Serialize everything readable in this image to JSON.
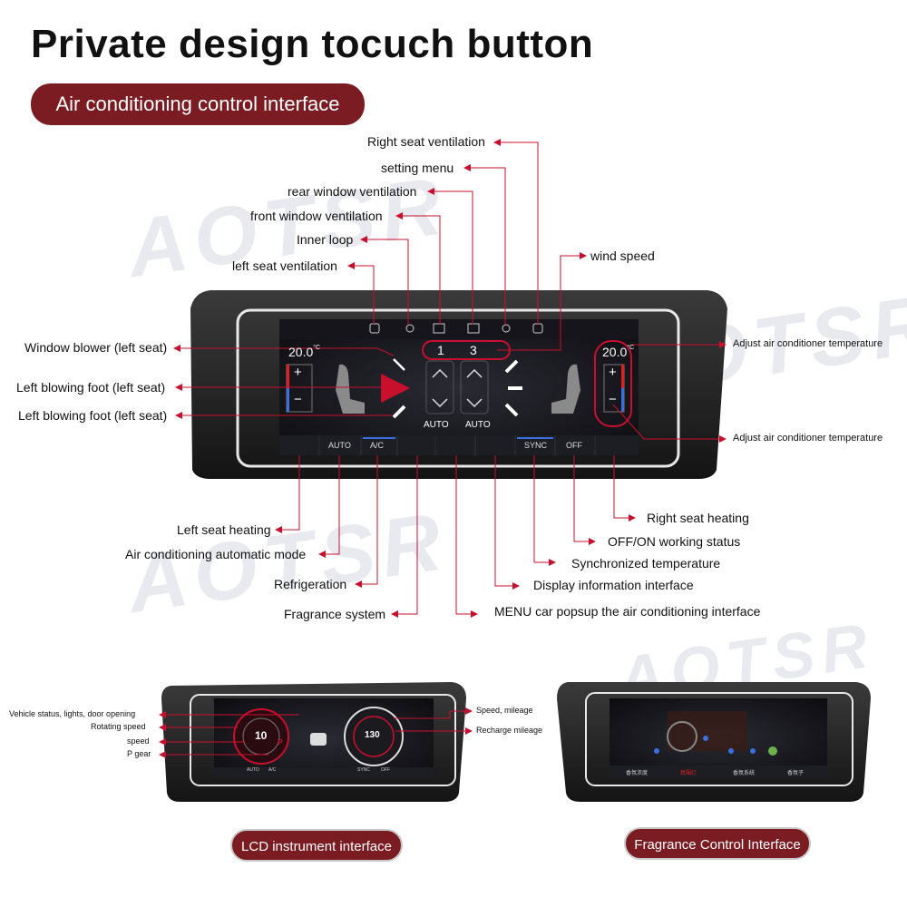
{
  "page": {
    "title": "Private design tocuch button",
    "section_label": "Air conditioning control interface"
  },
  "top_callouts": {
    "right_seat_ventilation": "Right seat ventilation",
    "setting_menu": "setting menu",
    "rear_window_ventilation": "rear window ventilation",
    "front_window_ventilation": "front window ventilation",
    "inner_loop": "Inner loop",
    "left_seat_ventilation": "left seat ventilation",
    "wind_speed": "wind speed"
  },
  "side_callouts": {
    "window_blower": "Window blower (left seat)",
    "left_blowing_foot_1": "Left blowing foot (left seat)",
    "left_blowing_foot_2": "Left blowing foot (left seat)",
    "adjust_temp_1": "Adjust air conditioner temperature",
    "adjust_temp_2": "Adjust air conditioner temperature"
  },
  "bottom_callouts": {
    "left_seat_heating": "Left seat heating",
    "ac_auto_mode": "Air conditioning automatic mode",
    "refrigeration": "Refrigeration",
    "fragrance_system": "Fragrance system",
    "right_seat_heating": "Right seat heating",
    "off_on_status": "OFF/ON working status",
    "sync_temp": "Synchronized temperature",
    "display_info": "Display information interface",
    "menu_popup": "MENU car popsup the air conditioning interface"
  },
  "ac_screen": {
    "left_temp": "20.0",
    "right_temp": "20.0",
    "temp_unit": "°C",
    "left_fan_level": "1",
    "right_fan_level": "3",
    "left_auto": "AUTO",
    "right_auto": "AUTO",
    "plus": "+",
    "minus": "−",
    "bottom_bar": {
      "auto": "AUTO",
      "ac": "A/C",
      "sync": "SYNC",
      "off": "OFF"
    }
  },
  "lcd_panel": {
    "left_callouts": {
      "vehicle_status": "Vehicle status, lights, door opening",
      "rotating_speed": "Rotating speed",
      "speed": "speed",
      "p_gear": "P gear"
    },
    "right_callouts": {
      "speed_mileage": "Speed, mileage",
      "recharge_mileage": "Recharge mileage"
    },
    "gauge_left_value": "10",
    "gauge_left_gear": "P",
    "gauge_right_value": "130",
    "bottom_bar": {
      "auto": "AUTO",
      "ac": "A/C",
      "sync": "SYNC",
      "off": "OFF"
    },
    "label": "LCD instrument interface"
  },
  "fragrance_panel": {
    "label": "Fragrance Control Interface",
    "tabs": [
      "香氛浓度",
      "氛围灯",
      "香氛系统",
      "香氛子"
    ]
  },
  "watermark": "AOTSR",
  "colors": {
    "accent_red": "#7a1c22",
    "arrow_red": "#c8102e",
    "temp_red": "#e02020",
    "temp_blue": "#3b6fe0"
  }
}
